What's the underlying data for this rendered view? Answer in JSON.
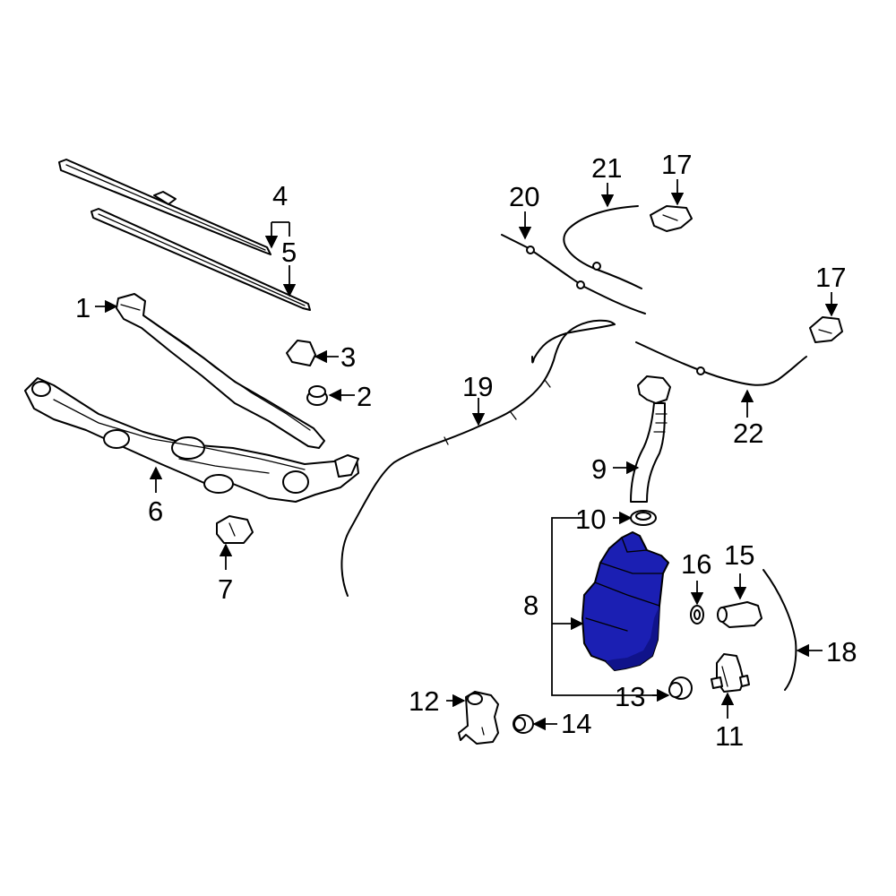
{
  "colors": {
    "highlight": "#1b1fb3",
    "highlight_shade": "#10138a",
    "line": "#000000",
    "background": "#ffffff"
  },
  "callouts": [
    {
      "id": "1",
      "text": "1"
    },
    {
      "id": "2",
      "text": "2"
    },
    {
      "id": "3",
      "text": "3"
    },
    {
      "id": "4",
      "text": "4"
    },
    {
      "id": "5",
      "text": "5"
    },
    {
      "id": "6",
      "text": "6"
    },
    {
      "id": "7",
      "text": "7"
    },
    {
      "id": "8",
      "text": "8"
    },
    {
      "id": "9",
      "text": "9"
    },
    {
      "id": "10",
      "text": "10"
    },
    {
      "id": "11",
      "text": "11"
    },
    {
      "id": "12",
      "text": "12"
    },
    {
      "id": "13",
      "text": "13"
    },
    {
      "id": "14",
      "text": "14"
    },
    {
      "id": "15",
      "text": "15"
    },
    {
      "id": "16",
      "text": "16"
    },
    {
      "id": "17a",
      "text": "17"
    },
    {
      "id": "17b",
      "text": "17"
    },
    {
      "id": "18",
      "text": "18"
    },
    {
      "id": "19",
      "text": "19"
    },
    {
      "id": "20",
      "text": "20"
    },
    {
      "id": "21",
      "text": "21"
    },
    {
      "id": "22",
      "text": "22"
    }
  ]
}
